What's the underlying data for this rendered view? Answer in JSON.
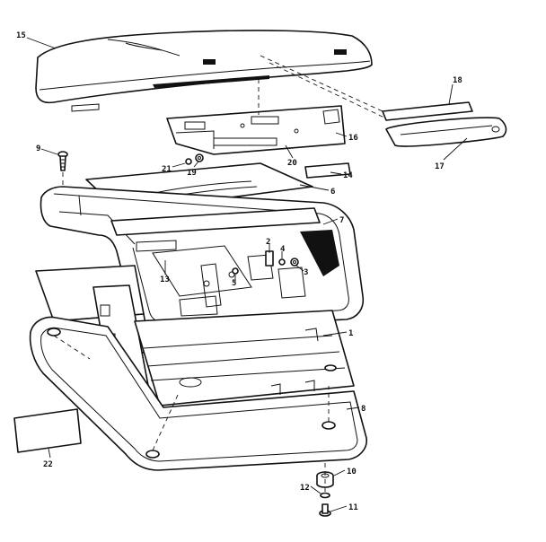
{
  "diagram": {
    "callouts": [
      {
        "id": "15",
        "label": "15"
      },
      {
        "id": "18",
        "label": "18"
      },
      {
        "id": "16",
        "label": "16"
      },
      {
        "id": "17",
        "label": "17"
      },
      {
        "id": "9",
        "label": "9"
      },
      {
        "id": "19",
        "label": "19"
      },
      {
        "id": "21",
        "label": "21"
      },
      {
        "id": "20",
        "label": "20"
      },
      {
        "id": "14",
        "label": "14"
      },
      {
        "id": "6",
        "label": "6"
      },
      {
        "id": "7",
        "label": "7"
      },
      {
        "id": "2",
        "label": "2"
      },
      {
        "id": "4",
        "label": "4"
      },
      {
        "id": "3",
        "label": "3"
      },
      {
        "id": "5",
        "label": "5"
      },
      {
        "id": "13",
        "label": "13"
      },
      {
        "id": "1",
        "label": "1"
      },
      {
        "id": "8",
        "label": "8"
      },
      {
        "id": "22",
        "label": "22"
      },
      {
        "id": "10",
        "label": "10"
      },
      {
        "id": "12",
        "label": "12"
      },
      {
        "id": "11",
        "label": "11"
      }
    ]
  }
}
